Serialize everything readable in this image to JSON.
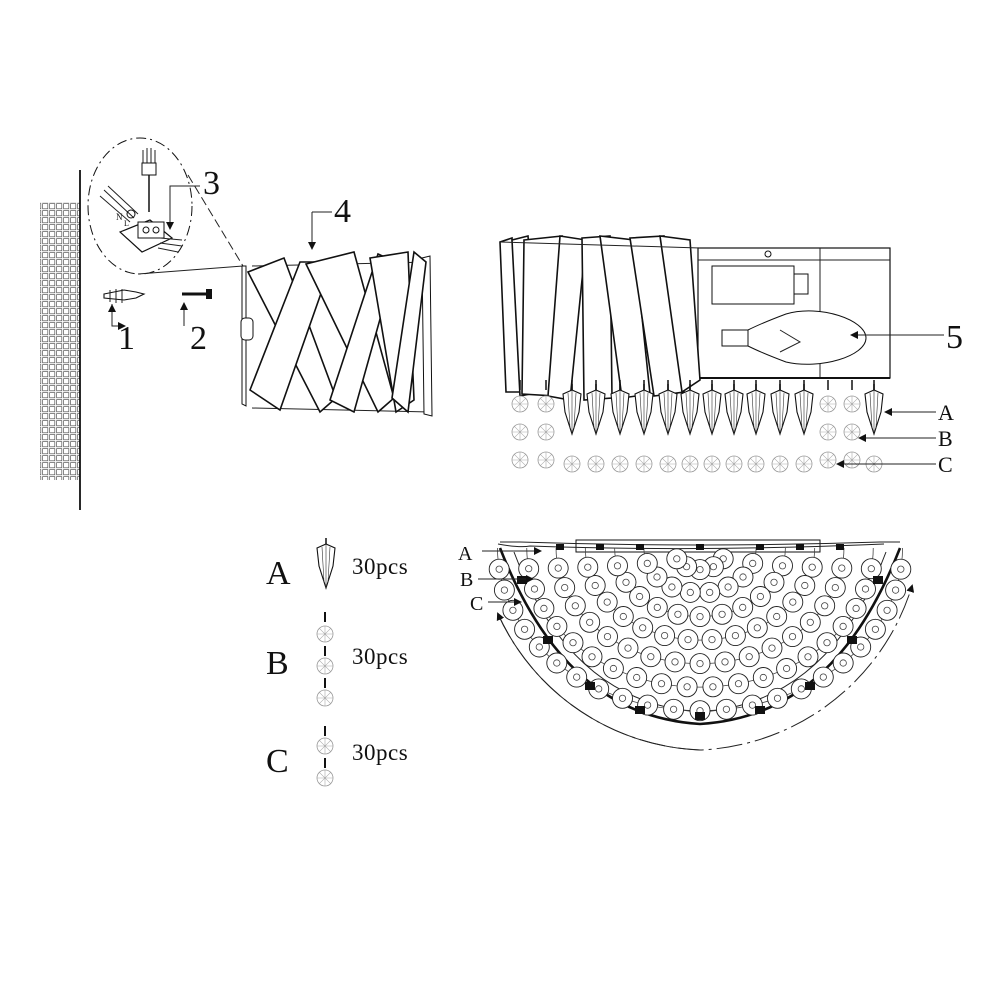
{
  "callouts": {
    "c1": "1",
    "c2": "2",
    "c3": "3",
    "c4": "4",
    "c5": "5",
    "side_a": "A",
    "side_b": "B",
    "side_c": "C",
    "bottom_a": "A",
    "bottom_b": "B",
    "bottom_c": "C"
  },
  "parts_legend": [
    {
      "letter": "A",
      "qty": "30pcs",
      "icon": "crystal-prism-icon"
    },
    {
      "letter": "B",
      "qty": "30pcs",
      "icon": "crystal-bead-chain-icon"
    },
    {
      "letter": "C",
      "qty": "30pcs",
      "icon": "crystal-bead-pair-icon"
    }
  ]
}
